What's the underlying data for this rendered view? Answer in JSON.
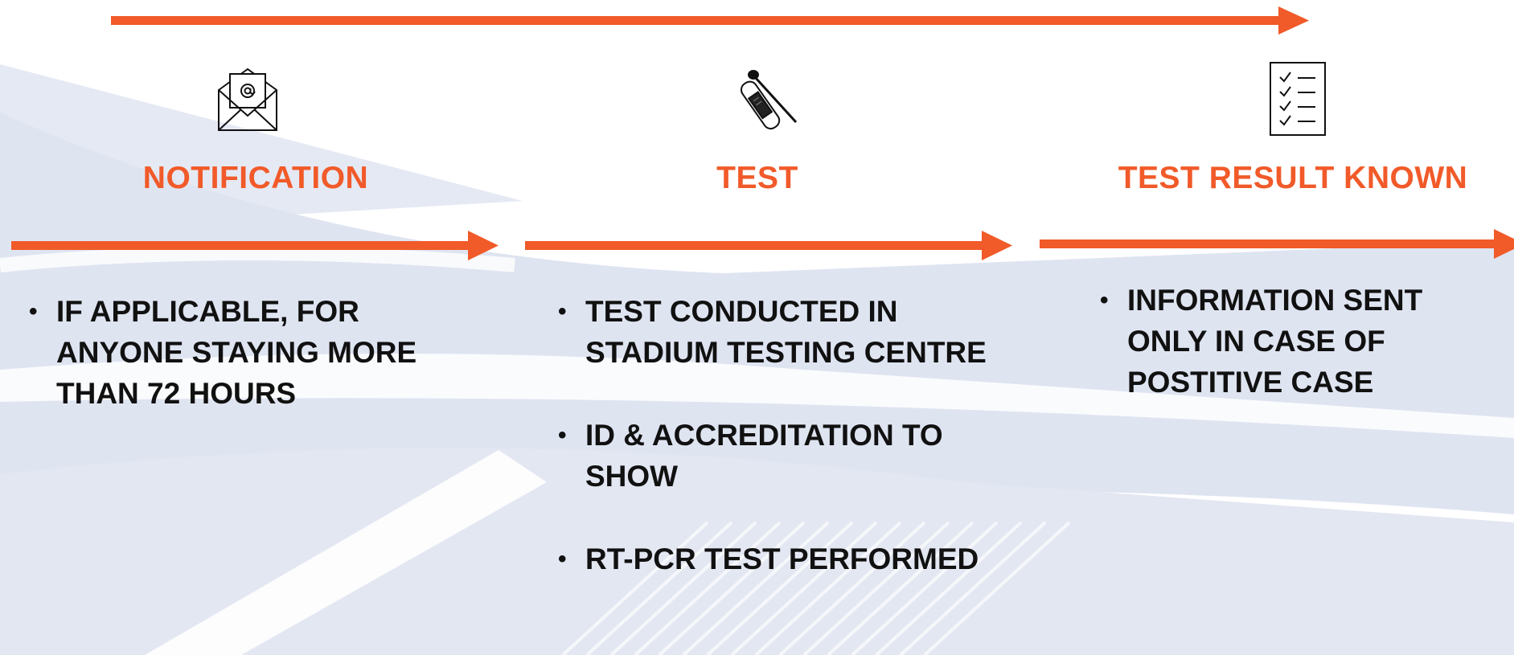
{
  "colors": {
    "accent": "#f15a29",
    "text": "#111111",
    "swoosh": "#dfe4f1"
  },
  "steps": [
    {
      "icon": "email-envelope-icon",
      "title": "NOTIFICATION",
      "bullets": [
        "IF APPLICABLE, FOR ANYONE STAYING MORE THAN 72 HOURS"
      ]
    },
    {
      "icon": "swab-test-tube-icon",
      "title": "TEST",
      "bullets": [
        "TEST CONDUCTED IN STADIUM TESTING CENTRE",
        "ID & ACCREDITATION TO SHOW",
        "RT-PCR TEST PERFORMED"
      ]
    },
    {
      "icon": "checklist-icon",
      "title": "TEST RESULT KNOWN",
      "bullets": [
        "INFORMATION SENT ONLY IN CASE OF POSTITIVE CASE"
      ]
    }
  ]
}
